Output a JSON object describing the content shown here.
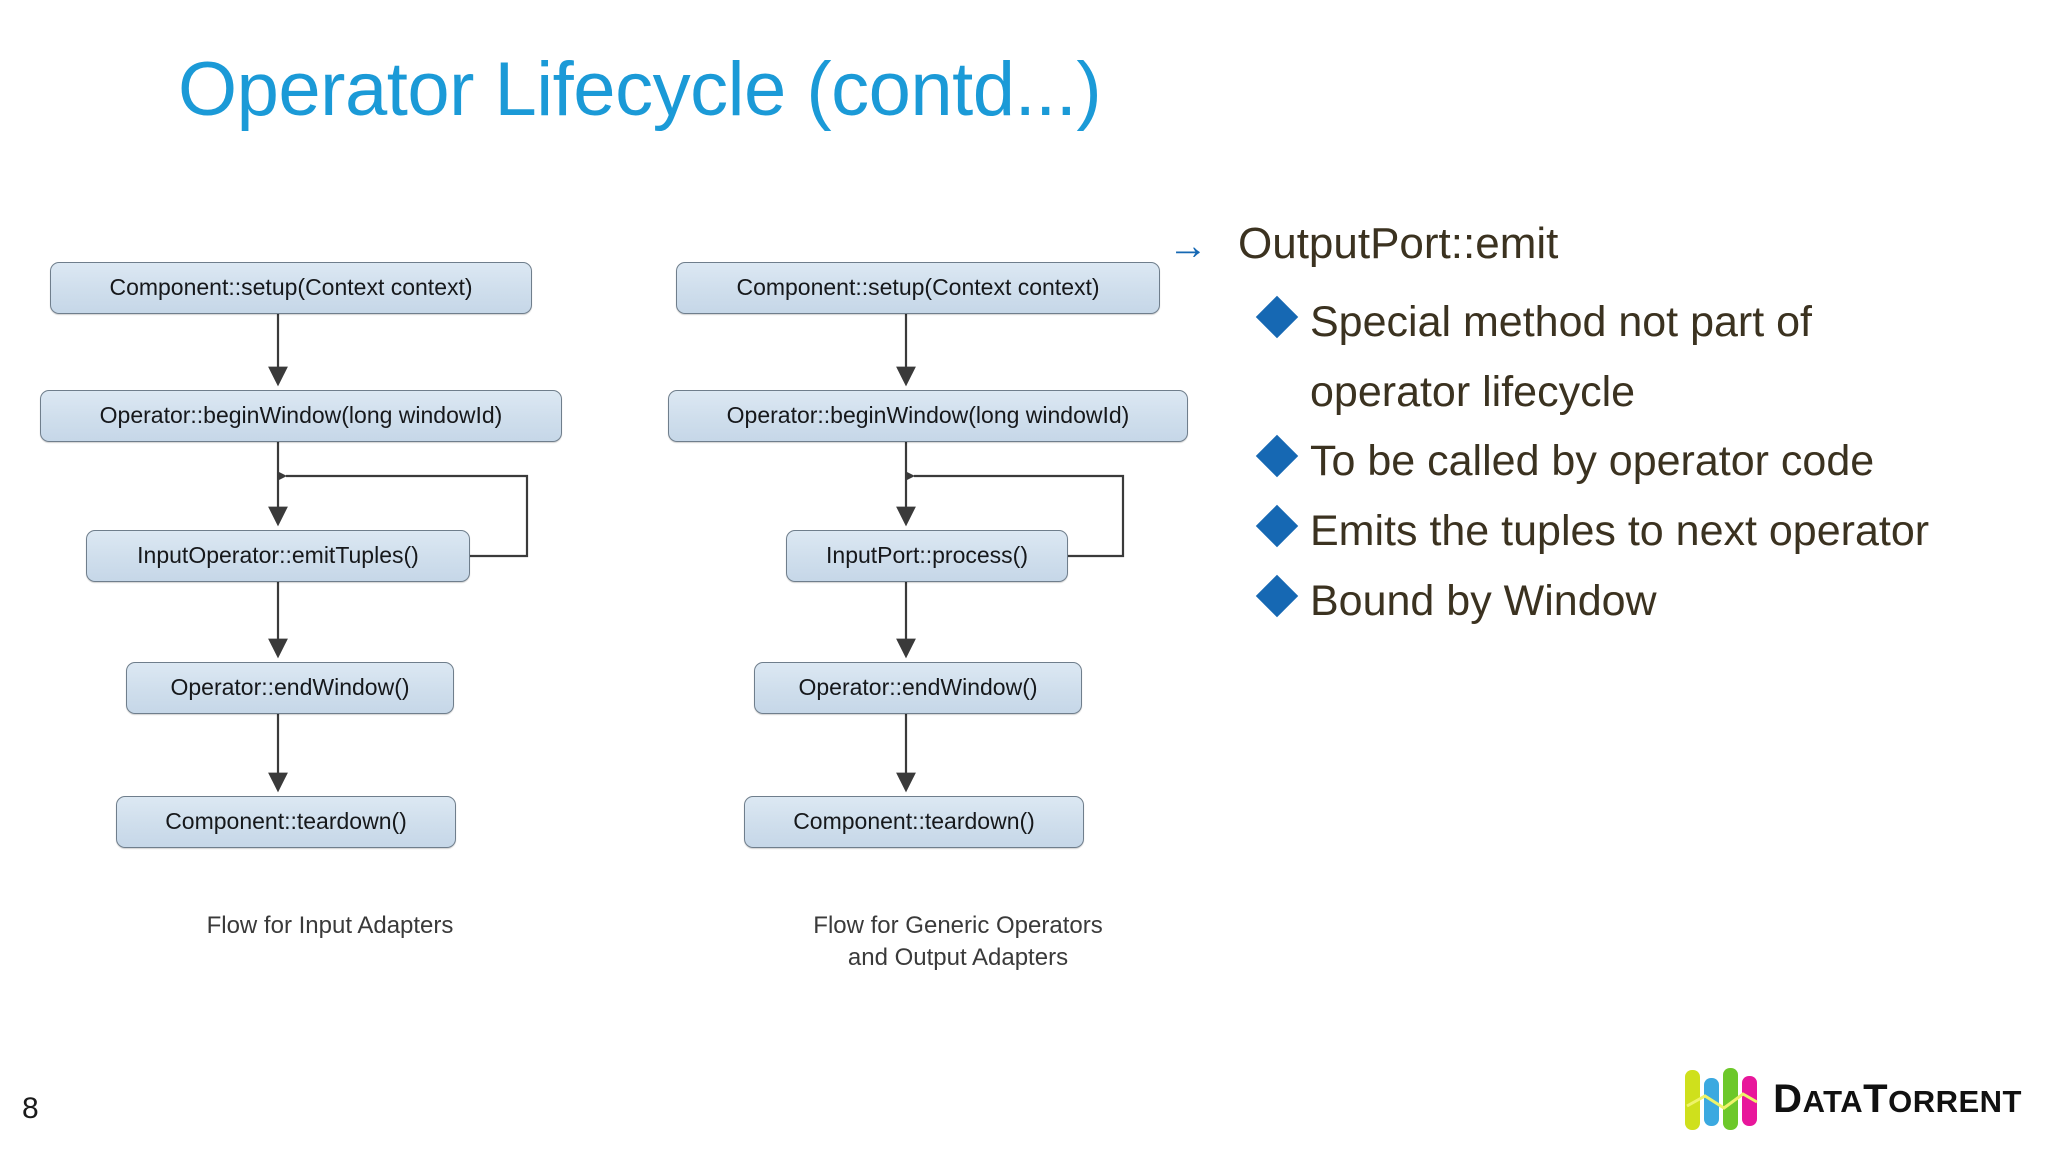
{
  "slide": {
    "title": "Operator Lifecycle (contd...)",
    "title_color": "#1B9AD7",
    "page_number": "8",
    "background": "#FFFFFF"
  },
  "diagrams": [
    {
      "id": "input-adapters",
      "caption": "Flow for Input Adapters",
      "nodes": [
        "Component::setup(Context context)",
        "Operator::beginWindow(long windowId)",
        "InputOperator::emitTuples()",
        "Operator::endWindow()",
        "Component::teardown()"
      ],
      "node_fill": "#CFDEEC",
      "node_border": "#6F7E8C",
      "has_feedback_loop": true
    },
    {
      "id": "generic-operators",
      "caption_line1": "Flow for Generic Operators",
      "caption_line2": "and Output Adapters",
      "nodes": [
        "Component::setup(Context context)",
        "Operator::beginWindow(long windowId)",
        "InputPort::process()",
        "Operator::endWindow()",
        "Component::teardown()"
      ],
      "node_fill": "#CFDEEC",
      "node_border": "#6F7E8C",
      "has_feedback_loop": true
    }
  ],
  "bullets": {
    "marker_color": "#1668B3",
    "text_color": "#3B3220",
    "level1": {
      "marker": "→",
      "text": "OutputPort::emit"
    },
    "level2": [
      {
        "marker": "◆",
        "text": "Special method not part of operator lifecycle"
      },
      {
        "marker": "◆",
        "text": "To be called by operator code"
      },
      {
        "marker": "◆",
        "text": "Emits the tuples to next operator"
      },
      {
        "marker": "◆",
        "text": "Bound by Window"
      }
    ]
  },
  "brand": {
    "name_lead": "D",
    "name_rest_1": "ATA",
    "name_lead2": "T",
    "name_rest_2": "ORRENT",
    "full_name": "DataTorrent",
    "bar_colors": [
      "#CFE01C",
      "#3BA9E0",
      "#6DC82A",
      "#E8179B"
    ]
  }
}
